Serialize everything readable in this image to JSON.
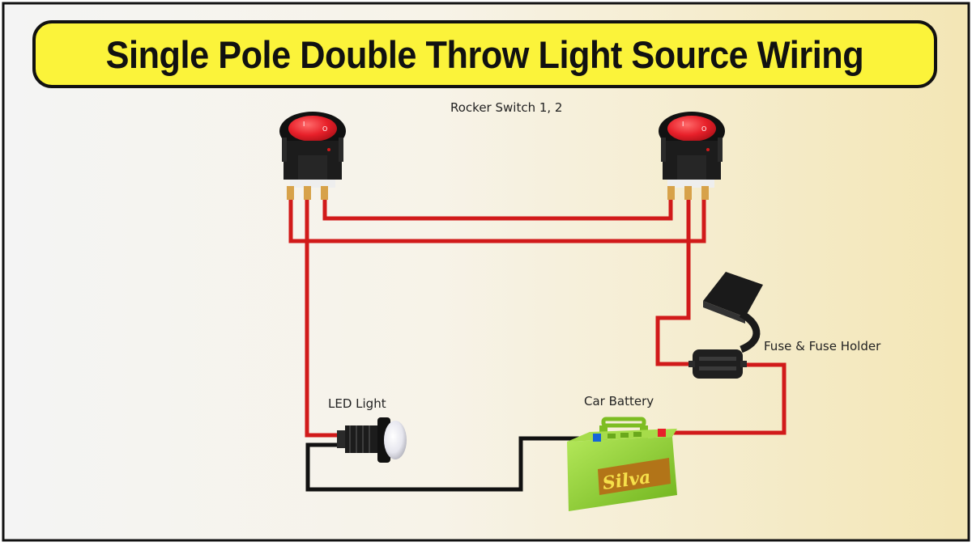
{
  "title": "Single Pole Double Throw Light Source Wiring",
  "labels": {
    "switches": "Rocker Switch 1, 2",
    "fuse": "Fuse & Fuse Holder",
    "led": "LED Light",
    "battery": "Car Battery"
  },
  "battery_brand": "Silva",
  "colors": {
    "banner": "#fbf33a",
    "wire_positive": "#d11a1a",
    "wire_negative": "#111111",
    "switch_rocker": "#e8202a",
    "battery_body": "#8fd12a",
    "border": "#111111"
  },
  "components": [
    {
      "id": "rocker-switch-1",
      "type": "rocker switch",
      "color": "red"
    },
    {
      "id": "rocker-switch-2",
      "type": "rocker switch",
      "color": "red"
    },
    {
      "id": "fuse-holder",
      "type": "inline fuse holder"
    },
    {
      "id": "led-light",
      "type": "LED light"
    },
    {
      "id": "car-battery",
      "type": "car battery"
    }
  ],
  "connections": [
    {
      "from": "rocker-switch-1 traveler terminal",
      "to": "rocker-switch-2 traveler terminal",
      "wire": "red"
    },
    {
      "from": "rocker-switch-1 traveler terminal",
      "to": "rocker-switch-2 traveler terminal",
      "wire": "red"
    },
    {
      "from": "rocker-switch-1 common terminal",
      "to": "led-light positive",
      "wire": "red"
    },
    {
      "from": "rocker-switch-2 common terminal",
      "to": "fuse-holder",
      "wire": "red"
    },
    {
      "from": "fuse-holder",
      "to": "car-battery positive",
      "wire": "red"
    },
    {
      "from": "led-light negative",
      "to": "car-battery negative",
      "wire": "black"
    }
  ]
}
